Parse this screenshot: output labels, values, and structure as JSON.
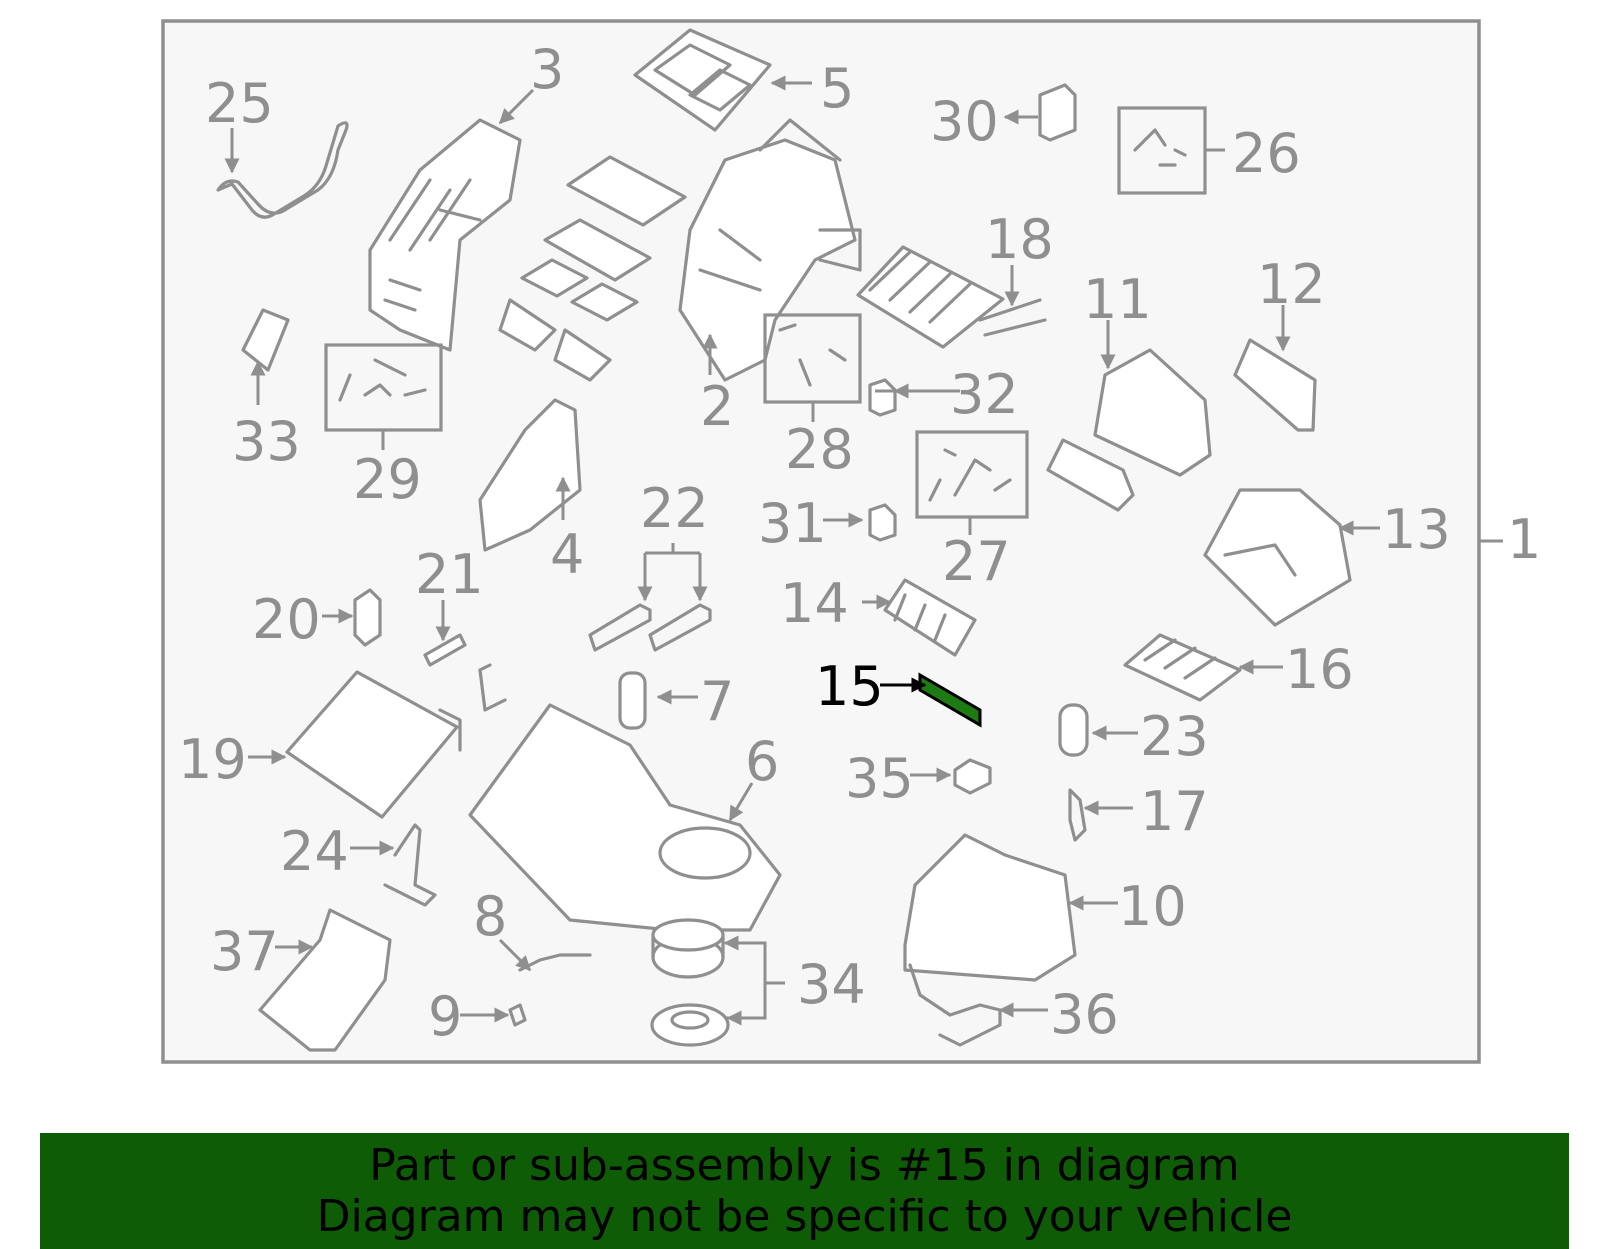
{
  "diagram": {
    "highlight_part": "15",
    "callouts": [
      {
        "id": "c1",
        "label": "1"
      },
      {
        "id": "c2",
        "label": "2"
      },
      {
        "id": "c3",
        "label": "3"
      },
      {
        "id": "c4",
        "label": "4"
      },
      {
        "id": "c5",
        "label": "5"
      },
      {
        "id": "c6",
        "label": "6"
      },
      {
        "id": "c7",
        "label": "7"
      },
      {
        "id": "c8",
        "label": "8"
      },
      {
        "id": "c9",
        "label": "9"
      },
      {
        "id": "c10",
        "label": "10"
      },
      {
        "id": "c11",
        "label": "11"
      },
      {
        "id": "c12",
        "label": "12"
      },
      {
        "id": "c13",
        "label": "13"
      },
      {
        "id": "c14",
        "label": "14"
      },
      {
        "id": "c15",
        "label": "15"
      },
      {
        "id": "c16",
        "label": "16"
      },
      {
        "id": "c17",
        "label": "17"
      },
      {
        "id": "c18",
        "label": "18"
      },
      {
        "id": "c19",
        "label": "19"
      },
      {
        "id": "c20",
        "label": "20"
      },
      {
        "id": "c21",
        "label": "21"
      },
      {
        "id": "c22",
        "label": "22"
      },
      {
        "id": "c23",
        "label": "23"
      },
      {
        "id": "c24",
        "label": "24"
      },
      {
        "id": "c25",
        "label": "25"
      },
      {
        "id": "c26",
        "label": "26"
      },
      {
        "id": "c27",
        "label": "27"
      },
      {
        "id": "c28",
        "label": "28"
      },
      {
        "id": "c29",
        "label": "29"
      },
      {
        "id": "c30",
        "label": "30"
      },
      {
        "id": "c31",
        "label": "31"
      },
      {
        "id": "c32",
        "label": "32"
      },
      {
        "id": "c33",
        "label": "33"
      },
      {
        "id": "c34",
        "label": "34"
      },
      {
        "id": "c35",
        "label": "35"
      },
      {
        "id": "c36",
        "label": "36"
      },
      {
        "id": "c37",
        "label": "37"
      }
    ],
    "colors": {
      "line": "#8f8f8f",
      "frame_fill": "#f7f7f7",
      "highlight_fill": "#1e7a12",
      "highlight_text": "#000000",
      "banner_bg": "#0f5c06"
    }
  },
  "banner": {
    "line1": "Part or sub-assembly is #15 in diagram",
    "line2": "Diagram may not be specific to your vehicle"
  }
}
